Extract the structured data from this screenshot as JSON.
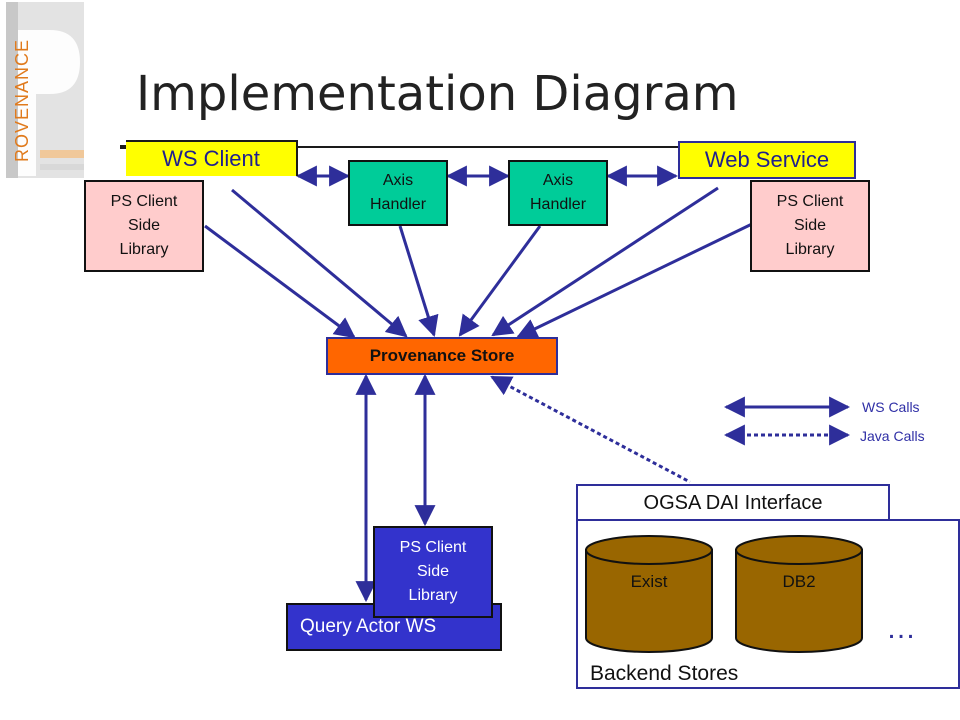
{
  "logo": {
    "letter": "P",
    "word": "ROVENANCE"
  },
  "title": "Implementation Diagram",
  "nodes": {
    "ws_client": "WS Client",
    "web_service": "Web Service",
    "ps_client_left": [
      "PS Client",
      "Side",
      "Library"
    ],
    "ps_client_right": [
      "PS Client",
      "Side",
      "Library"
    ],
    "ps_client_bottom": [
      "PS Client",
      "Side",
      "Library"
    ],
    "axis_handler_left": [
      "Axis",
      "Handler"
    ],
    "axis_handler_right": [
      "Axis",
      "Handler"
    ],
    "provenance_store": "Provenance Store",
    "query_actor_ws": "Query Actor WS",
    "ogsa_dai_interface": "OGSA DAI Interface",
    "backend_stores": "Backend Stores",
    "exist": "Exist",
    "db2": "DB2",
    "ellipsis": "…"
  },
  "legend": {
    "ws_calls": "WS Calls",
    "java_calls": "Java Calls"
  },
  "colors": {
    "arrow": "#2e2e9a",
    "yellow": "#ffff00",
    "pink": "#ffcccc",
    "teal": "#00cc99",
    "orange": "#ff6600",
    "blue": "#3333cc",
    "cylinder": "#996600",
    "logo_accent": "#e07a1c"
  }
}
